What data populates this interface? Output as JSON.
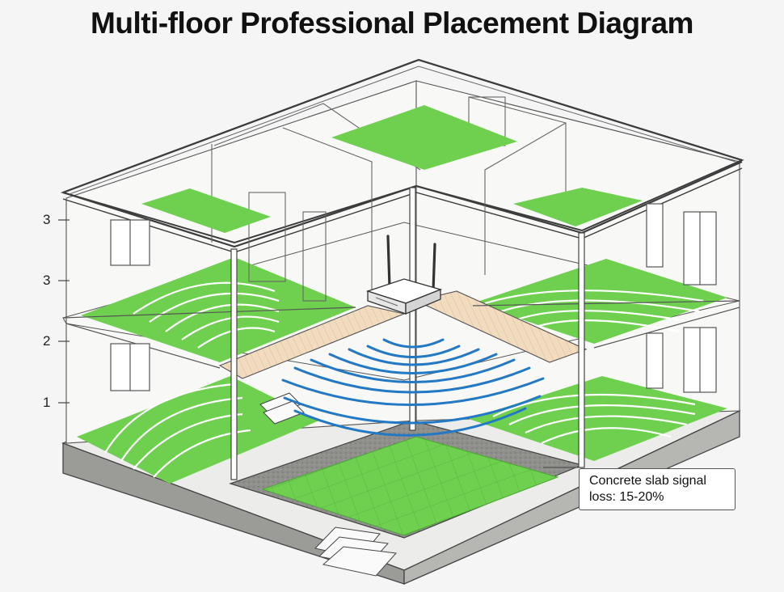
{
  "title": "Multi-floor Professional Placement Diagram",
  "floor_levels": [
    "3",
    "3",
    "2",
    "1"
  ],
  "callout": {
    "text": "Concrete slab signal loss: 15-20%"
  },
  "icons": [
    "wifi-router-icon",
    "wifi-signal-waves-icon",
    "staircase-icon",
    "window-icon",
    "door-icon"
  ],
  "colors": {
    "coverage_green": "#6fd050",
    "signal_blue": "#2479c4",
    "wood_floor": "#f2dcc0",
    "concrete": "#8e8e8a",
    "outline": "#3c3c3c"
  }
}
